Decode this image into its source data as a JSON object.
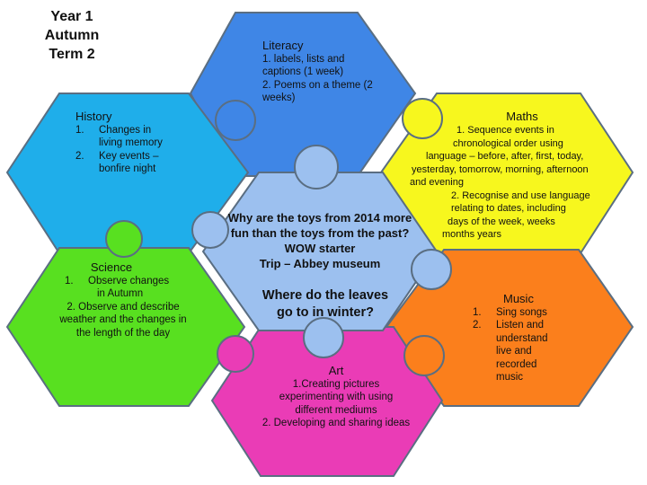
{
  "title": {
    "line1": "Year 1",
    "line2": "Autumn",
    "line3": "Term 2"
  },
  "colors": {
    "literacy": "#3f86e6",
    "history": "#1faeea",
    "maths": "#f7f71e",
    "center": "#9cc0ef",
    "science": "#58e020",
    "music": "#fb7f1c",
    "art": "#ea3cb6",
    "outline": "#5a6e82"
  },
  "literacy": {
    "heading": "Literacy",
    "lines": [
      "1. labels, lists and",
      "captions (1 week)",
      "2. Poems on a theme (2",
      "weeks)"
    ]
  },
  "history": {
    "heading": "History",
    "items": [
      {
        "num": "1.",
        "lines": [
          "Changes in",
          "living memory"
        ]
      },
      {
        "num": "2.",
        "lines": [
          "Key events –",
          "bonfire night"
        ]
      }
    ]
  },
  "maths": {
    "heading": "Maths",
    "lines": [
      "1. Sequence events in",
      "chronological order using",
      "language – before, after, first, today,",
      "yesterday, tomorrow, morning, afternoon",
      "and evening",
      "2. Recognise and use language",
      "relating to dates, including",
      "days of the week, weeks",
      "months years"
    ]
  },
  "center": {
    "lines": [
      "Why are the toys from 2014 more",
      "fun than the toys from the past?",
      "WOW starter",
      "Trip – Abbey museum"
    ],
    "question": [
      "Where do the leaves",
      "go to in winter?"
    ]
  },
  "science": {
    "heading": "Science",
    "item1_num": "1.",
    "item1": [
      "Observe changes",
      "in Autumn"
    ],
    "rest": [
      "2. Observe and describe",
      "weather and the changes in",
      "the length of the day"
    ]
  },
  "music": {
    "heading": "Music",
    "items": [
      {
        "num": "1.",
        "lines": [
          "Sing songs"
        ]
      },
      {
        "num": "2.",
        "lines": [
          "Listen and",
          "understand",
          "live and",
          "recorded",
          "music"
        ]
      }
    ]
  },
  "art": {
    "heading": "Art",
    "lines": [
      "1.Creating pictures",
      "experimenting with using",
      "different mediums",
      "2. Developing and sharing ideas"
    ]
  }
}
